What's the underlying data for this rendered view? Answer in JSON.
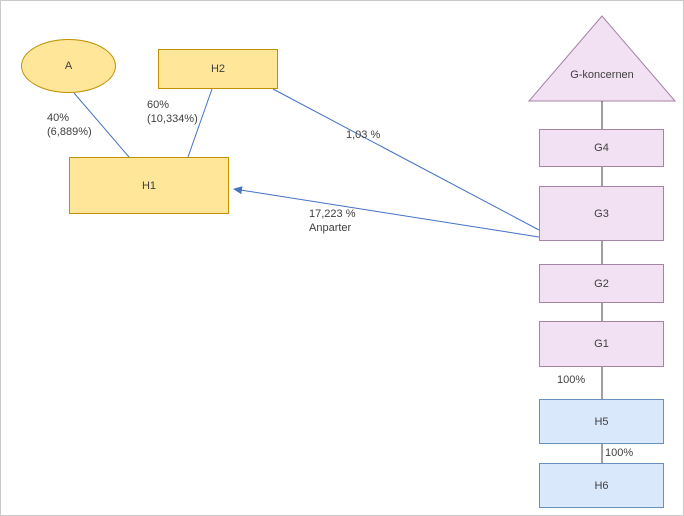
{
  "diagram": {
    "nodes": {
      "a": {
        "label": "A"
      },
      "h2": {
        "label": "H2"
      },
      "h1": {
        "label": "H1"
      },
      "g_koncernen": {
        "label": "G-koncernen"
      },
      "g4": {
        "label": "G4"
      },
      "g3": {
        "label": "G3"
      },
      "g2": {
        "label": "G2"
      },
      "g1": {
        "label": "G1"
      },
      "h5": {
        "label": "H5"
      },
      "h6": {
        "label": "H6"
      }
    },
    "edges": {
      "a_h1": {
        "line1": "40%",
        "line2": "(6,889%)"
      },
      "h2_h1": {
        "line1": "60%",
        "line2": "(10,334%)"
      },
      "h2_g3": {
        "label": "1,03 %"
      },
      "g3_h1": {
        "line1": "17,223 %",
        "line2": "Anparter"
      },
      "g1_h5": {
        "label": "100%"
      },
      "h5_h6": {
        "label": "100%"
      }
    },
    "colors": {
      "yellow_fill": "#ffe699",
      "yellow_stroke": "#bf9000",
      "pink_fill": "#f2e1f2",
      "pink_stroke": "#a584a5",
      "blue_fill": "#dae8fc",
      "blue_stroke": "#6c8ebf",
      "edge_blue": "#4472c4",
      "edge_dark": "#404040",
      "text": "#3f3f3f"
    }
  }
}
